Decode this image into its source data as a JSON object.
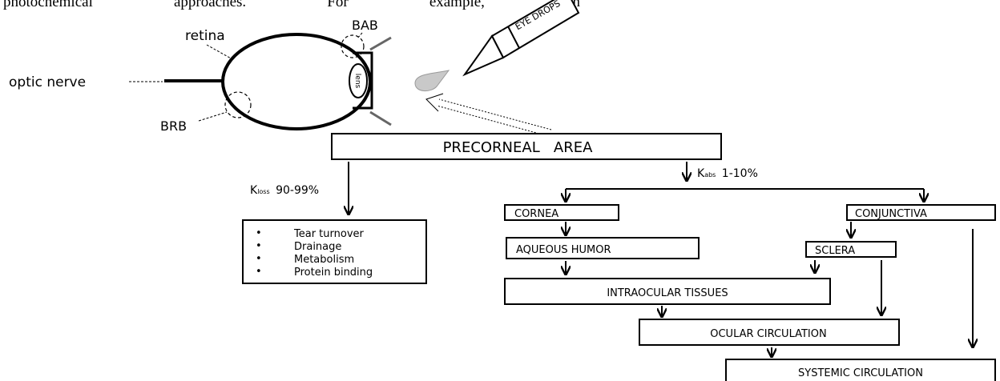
{
  "header": {
    "words": [
      "photochemical",
      "approaches.",
      "For",
      "example,",
      "an"
    ]
  },
  "eye": {
    "retina": "retina",
    "bab": "BAB",
    "optic_nerve": "optic nerve",
    "brb": "BRB",
    "lens": "lens",
    "eye_drops": "EYE DROPS"
  },
  "flow": {
    "precorneal": "PRECORNEAL   AREA",
    "kloss_sub": "loss",
    "kloss_value": "90-99%",
    "kabs_sub": "abs",
    "kabs_value": "1-10%",
    "loss_items": [
      "Tear turnover",
      "Drainage",
      "Metabolism",
      "Protein binding"
    ],
    "cornea": "CORNEA",
    "aqueous_humor": "AQUEOUS HUMOR",
    "conjunctiva": "CONJUNCTIVA",
    "sclera": "SCLERA",
    "intraocular_tissues": "INTRAOCULAR TISSUES",
    "ocular_circulation": "OCULAR CIRCULATION",
    "systemic_circulation": "SYSTEMIC CIRCULATION"
  }
}
